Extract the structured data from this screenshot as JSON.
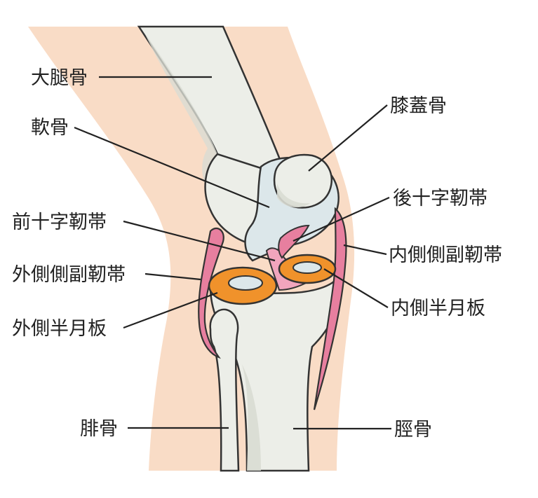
{
  "labels": {
    "femur": "大腿骨",
    "cartilage": "軟骨",
    "acl": "前十字靭帯",
    "lcl": "外側側副靭帯",
    "lateral_meniscus": "外側半月板",
    "fibula": "腓骨",
    "patella": "膝蓋骨",
    "pcl": "後十字靭帯",
    "mcl": "内側側副靭帯",
    "medial_meniscus": "内側半月板",
    "tibia": "脛骨"
  },
  "colors": {
    "skin": "#f9dcc6",
    "bone": "#eceee8",
    "bone_shadow": "#d9dcd3",
    "cartilage": "#dce7ea",
    "ligament": "#e77f9f",
    "ligament_light": "#f1a5bd",
    "meniscus": "#f0922b",
    "outline": "#333333"
  }
}
